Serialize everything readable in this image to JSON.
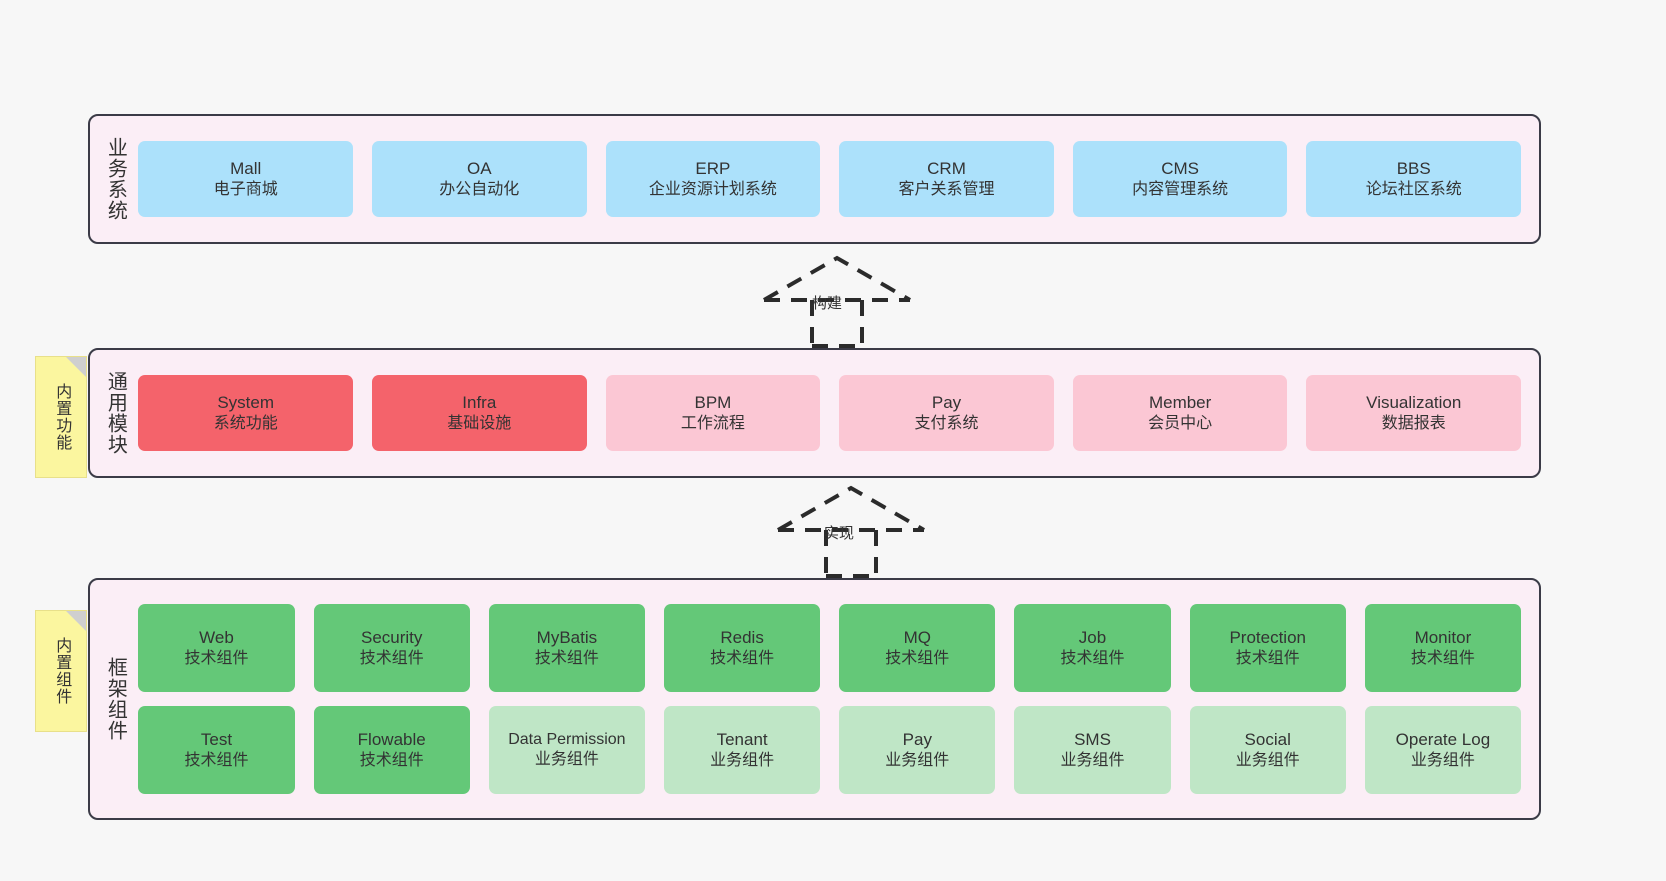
{
  "diagram": {
    "background_color": "#f7f7f7",
    "panel_color": "#fbeef6",
    "panel_border_color": "#3b3b47"
  },
  "layers": [
    {
      "id": "business",
      "title": "业务系统",
      "rows": [
        {
          "cells": [
            {
              "en": "Mall",
              "cn": "电子商城",
              "color": "#ace1fb",
              "style": "c-blue"
            },
            {
              "en": "OA",
              "cn": "办公自动化",
              "color": "#ace1fb",
              "style": "c-blue"
            },
            {
              "en": "ERP",
              "cn": "企业资源计划系统",
              "color": "#ace1fb",
              "style": "c-blue"
            },
            {
              "en": "CRM",
              "cn": "客户关系管理",
              "color": "#ace1fb",
              "style": "c-blue"
            },
            {
              "en": "CMS",
              "cn": "内容管理系统",
              "color": "#ace1fb",
              "style": "c-blue"
            },
            {
              "en": "BBS",
              "cn": "论坛社区系统",
              "color": "#ace1fb",
              "style": "c-blue"
            }
          ]
        }
      ]
    },
    {
      "id": "common",
      "title": "通用模块",
      "rows": [
        {
          "cells": [
            {
              "en": "System",
              "cn": "系统功能",
              "color": "#f4636b",
              "style": "c-red"
            },
            {
              "en": "Infra",
              "cn": "基础设施",
              "color": "#f4636b",
              "style": "c-red"
            },
            {
              "en": "BPM",
              "cn": "工作流程",
              "color": "#fbc7d4",
              "style": "c-pink"
            },
            {
              "en": "Pay",
              "cn": "支付系统",
              "color": "#fbc7d4",
              "style": "c-pink"
            },
            {
              "en": "Member",
              "cn": "会员中心",
              "color": "#fbc7d4",
              "style": "c-pink"
            },
            {
              "en": "Visualization",
              "cn": "数据报表",
              "color": "#fbc7d4",
              "style": "c-pink"
            }
          ]
        }
      ]
    },
    {
      "id": "framework",
      "title": "框架组件",
      "rows": [
        {
          "cells": [
            {
              "en": "Web",
              "cn": "技术组件",
              "color": "#64c878",
              "style": "c-green"
            },
            {
              "en": "Security",
              "cn": "技术组件",
              "color": "#64c878",
              "style": "c-green"
            },
            {
              "en": "MyBatis",
              "cn": "技术组件",
              "color": "#64c878",
              "style": "c-green"
            },
            {
              "en": "Redis",
              "cn": "技术组件",
              "color": "#64c878",
              "style": "c-green"
            },
            {
              "en": "MQ",
              "cn": "技术组件",
              "color": "#64c878",
              "style": "c-green"
            },
            {
              "en": "Job",
              "cn": "技术组件",
              "color": "#64c878",
              "style": "c-green"
            },
            {
              "en": "Protection",
              "cn": "技术组件",
              "color": "#64c878",
              "style": "c-green"
            },
            {
              "en": "Monitor",
              "cn": "技术组件",
              "color": "#64c878",
              "style": "c-green"
            }
          ]
        },
        {
          "cells": [
            {
              "en": "Test",
              "cn": "技术组件",
              "color": "#64c878",
              "style": "c-green"
            },
            {
              "en": "Flowable",
              "cn": "技术组件",
              "color": "#64c878",
              "style": "c-green"
            },
            {
              "en": "Data Permission",
              "cn": "业务组件",
              "color": "#bfe6c6",
              "style": "c-green-light"
            },
            {
              "en": "Tenant",
              "cn": "业务组件",
              "color": "#bfe6c6",
              "style": "c-green-light"
            },
            {
              "en": "Pay",
              "cn": "业务组件",
              "color": "#bfe6c6",
              "style": "c-green-light"
            },
            {
              "en": "SMS",
              "cn": "业务组件",
              "color": "#bfe6c6",
              "style": "c-green-light"
            },
            {
              "en": "Social",
              "cn": "业务组件",
              "color": "#bfe6c6",
              "style": "c-green-light"
            },
            {
              "en": "Operate Log",
              "cn": "业务组件",
              "color": "#bfe6c6",
              "style": "c-green-light"
            }
          ]
        }
      ]
    }
  ],
  "notes": [
    {
      "id": "note-common",
      "text": "内置功能",
      "color": "#fbf69f"
    },
    {
      "id": "note-framework",
      "text": "内置组件",
      "color": "#fbf69f"
    }
  ],
  "arrows": [
    {
      "id": "arrow-build",
      "label": "构建",
      "style": "dashed-hollow-up",
      "from": "通用模块",
      "to": "业务系统"
    },
    {
      "id": "arrow-impl",
      "label": "实现",
      "style": "dashed-hollow-up",
      "from": "框架组件",
      "to": "通用模块"
    }
  ]
}
